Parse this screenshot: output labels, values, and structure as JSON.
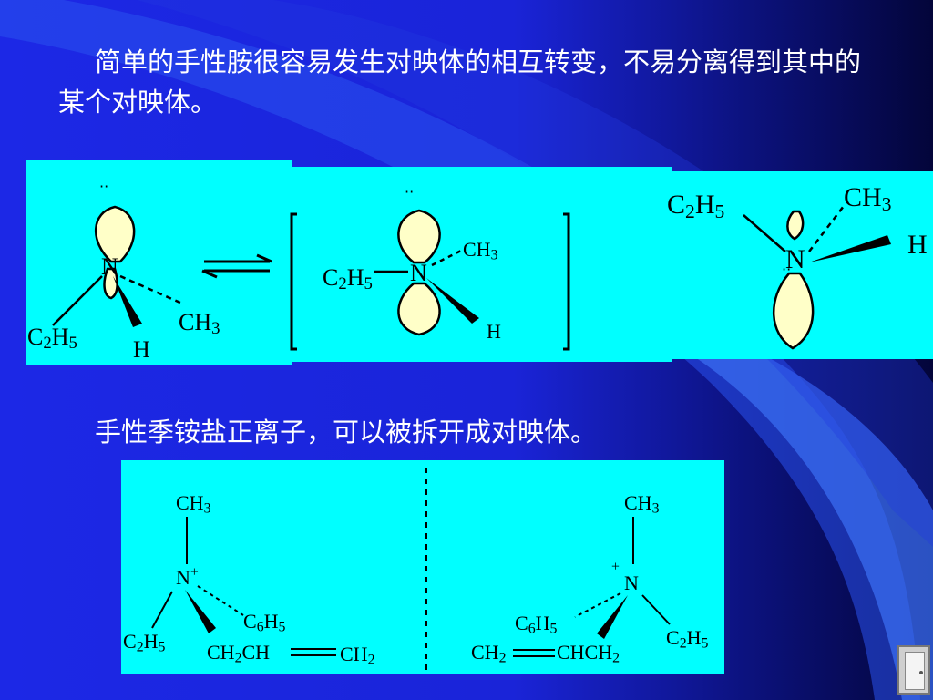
{
  "slide": {
    "paragraph_1": "简单的手性胺很容易发生对映体的相互转变，不易分离得到其中的某个对映体。",
    "paragraph_2": "手性季铵盐正离子，可以被拆开成对映体。"
  },
  "glyphs": {
    "N": "N",
    "H": "H",
    "CH3": "CH3",
    "C2H5": "C2H5",
    "C6H5": "C6H5",
    "CH2CH": "CH2CH",
    "CH2": "CH2",
    "CHCH2": "CHCH2",
    "plus": "+",
    "lone_pair": "··"
  },
  "colors": {
    "panel": "#00ffff",
    "orbital_fill": "#ffffc8",
    "text": "#ffffff",
    "bond": "#000000"
  },
  "icons": {
    "nav_button": "exit-door-icon"
  }
}
